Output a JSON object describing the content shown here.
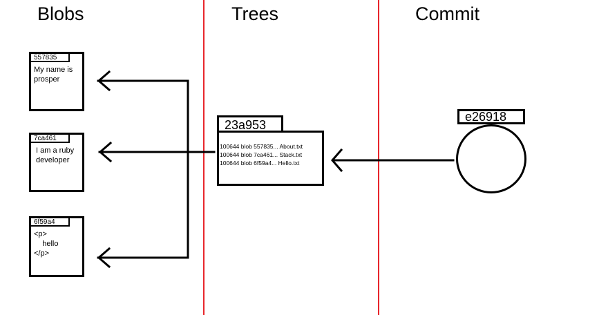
{
  "headings": {
    "blobs": "Blobs",
    "trees": "Trees",
    "commit": "Commit"
  },
  "blobs": [
    {
      "hash": "557835",
      "lines": [
        "My name is",
        "prosper"
      ]
    },
    {
      "hash": "7ca461",
      "lines": [
        " I am a ruby",
        " developer"
      ]
    },
    {
      "hash": "6f59a4",
      "lines": [
        "<p>",
        "    hello",
        "</p>"
      ]
    }
  ],
  "tree": {
    "hash": "23a953",
    "entries": [
      "100644 blob 557835... About.txt",
      "100644 blob 7ca461... Stack.txt",
      "100644 blob 6f59a4... Hello.txt"
    ]
  },
  "commit": {
    "hash": "e26918"
  },
  "colors": {
    "divider": "#e8262b",
    "stroke": "#000000"
  }
}
